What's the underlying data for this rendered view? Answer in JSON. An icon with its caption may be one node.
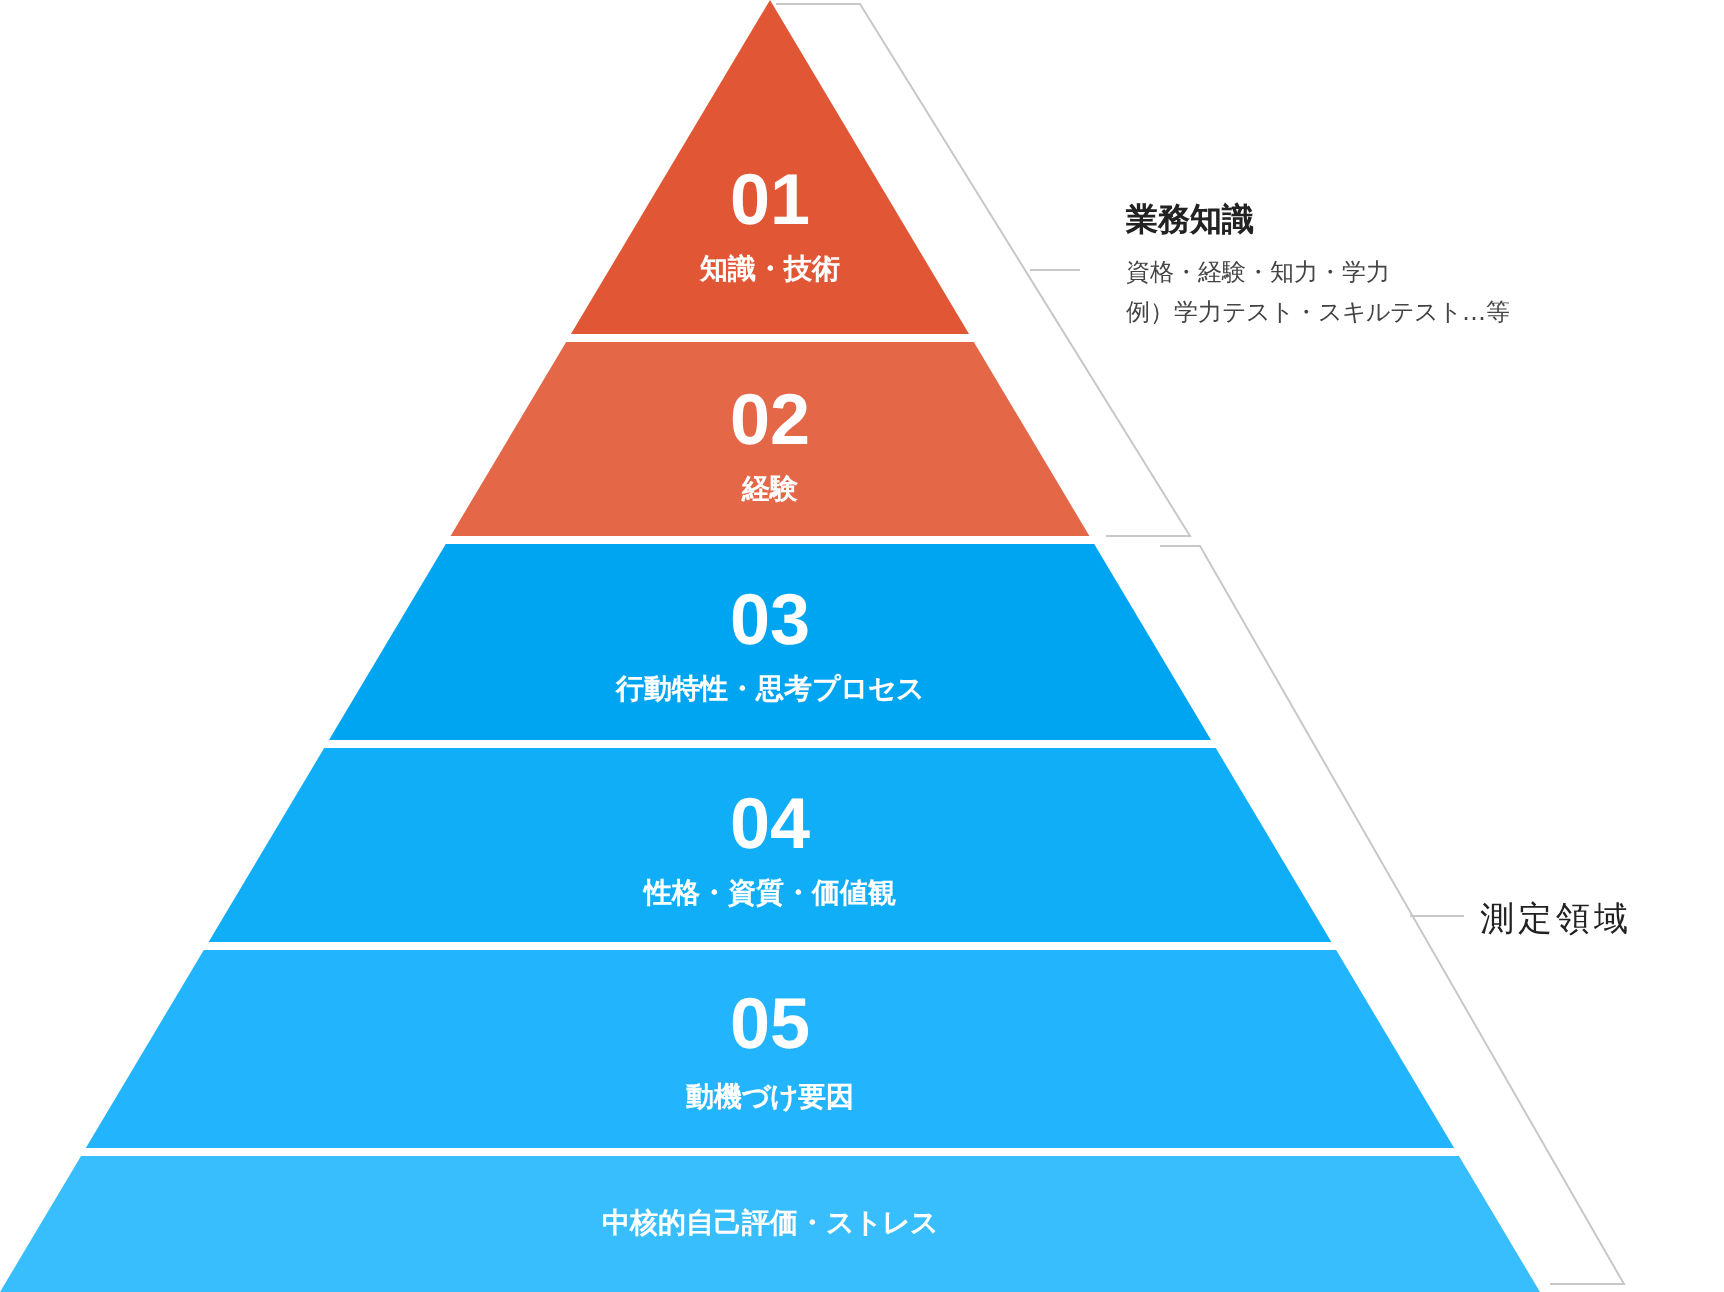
{
  "diagram": {
    "nodes": [
      {
        "text": [
          "01",
          "知識・技術"
        ]
      },
      {
        "text": [
          "02",
          "経験"
        ]
      },
      {
        "text": [
          "03",
          "行動特性・思考プロセス"
        ]
      },
      {
        "text": [
          "04",
          "性格・資質・価値観"
        ]
      },
      {
        "text": [
          "05",
          "動機づけ要因"
        ]
      },
      {
        "text": [
          "中核的自己評価・ストレス"
        ]
      }
    ],
    "labels": [
      "業務知識",
      "資格・経験・知力・学力",
      "例）学力テスト・スキルテスト…等",
      "測定領域"
    ]
  }
}
